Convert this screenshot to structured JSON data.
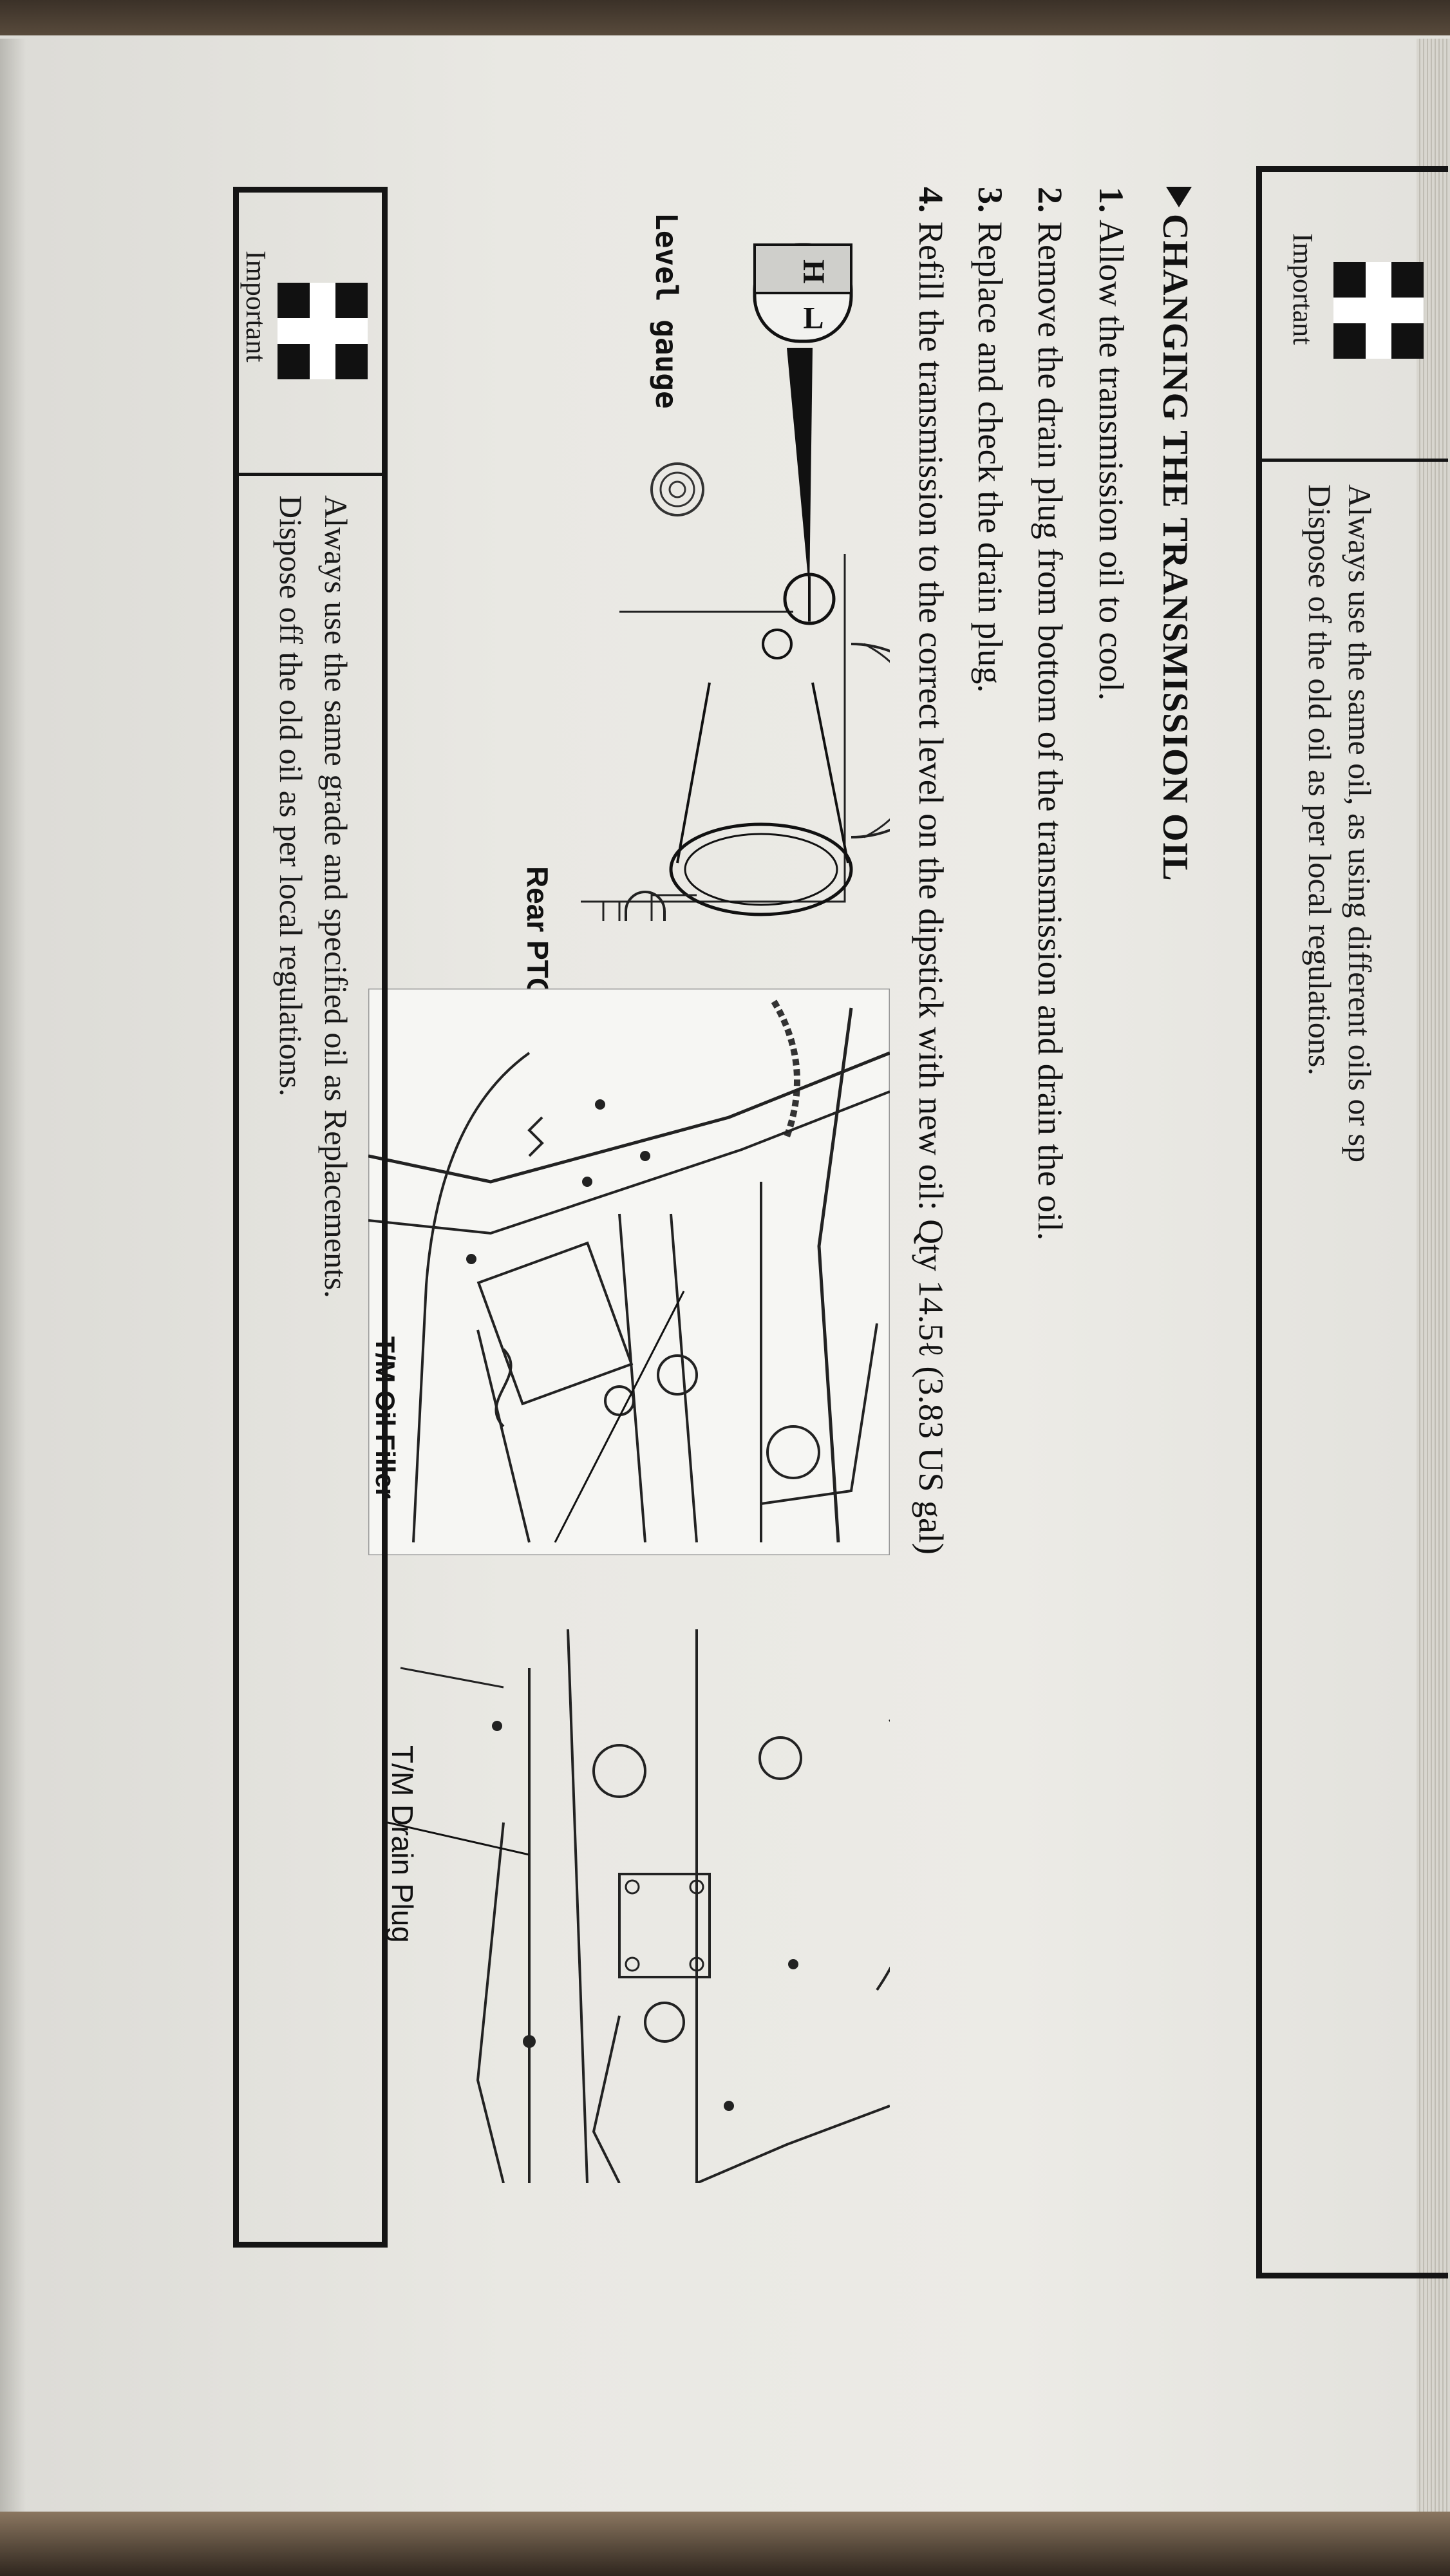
{
  "top_note": {
    "label": "Important",
    "line1": "Always use the same oil, as using different oils or sp",
    "line2": "Dispose of the old oil as per local regulations."
  },
  "section": {
    "heading": "CHANGING THE TRANSMISSION OIL",
    "steps": [
      {
        "num": "1.",
        "text": "Allow the transmission oil to cool."
      },
      {
        "num": "2.",
        "text": "Remove the drain plug from bottom of the transmission and drain the oil."
      },
      {
        "num": "3.",
        "text": "Replace and check the drain plug."
      },
      {
        "num": "4.",
        "text": "Refill the transmission to the correct level on the dipstick with new oil: Qty 14.5ℓ (3.83 US gal)"
      }
    ]
  },
  "figures": {
    "gauge": {
      "high": "H",
      "low": "L",
      "label": "Level gauge",
      "caption": "Rear PTO"
    },
    "filler": {
      "label": "T/M Oil Filler"
    },
    "drain": {
      "label": "T/M Drain Plug"
    }
  },
  "bottom_note": {
    "label": "Important",
    "line1": "Always use the same grade and specified oil as Replacements.",
    "line2": "Dispose off the old oil as per local regulations."
  }
}
